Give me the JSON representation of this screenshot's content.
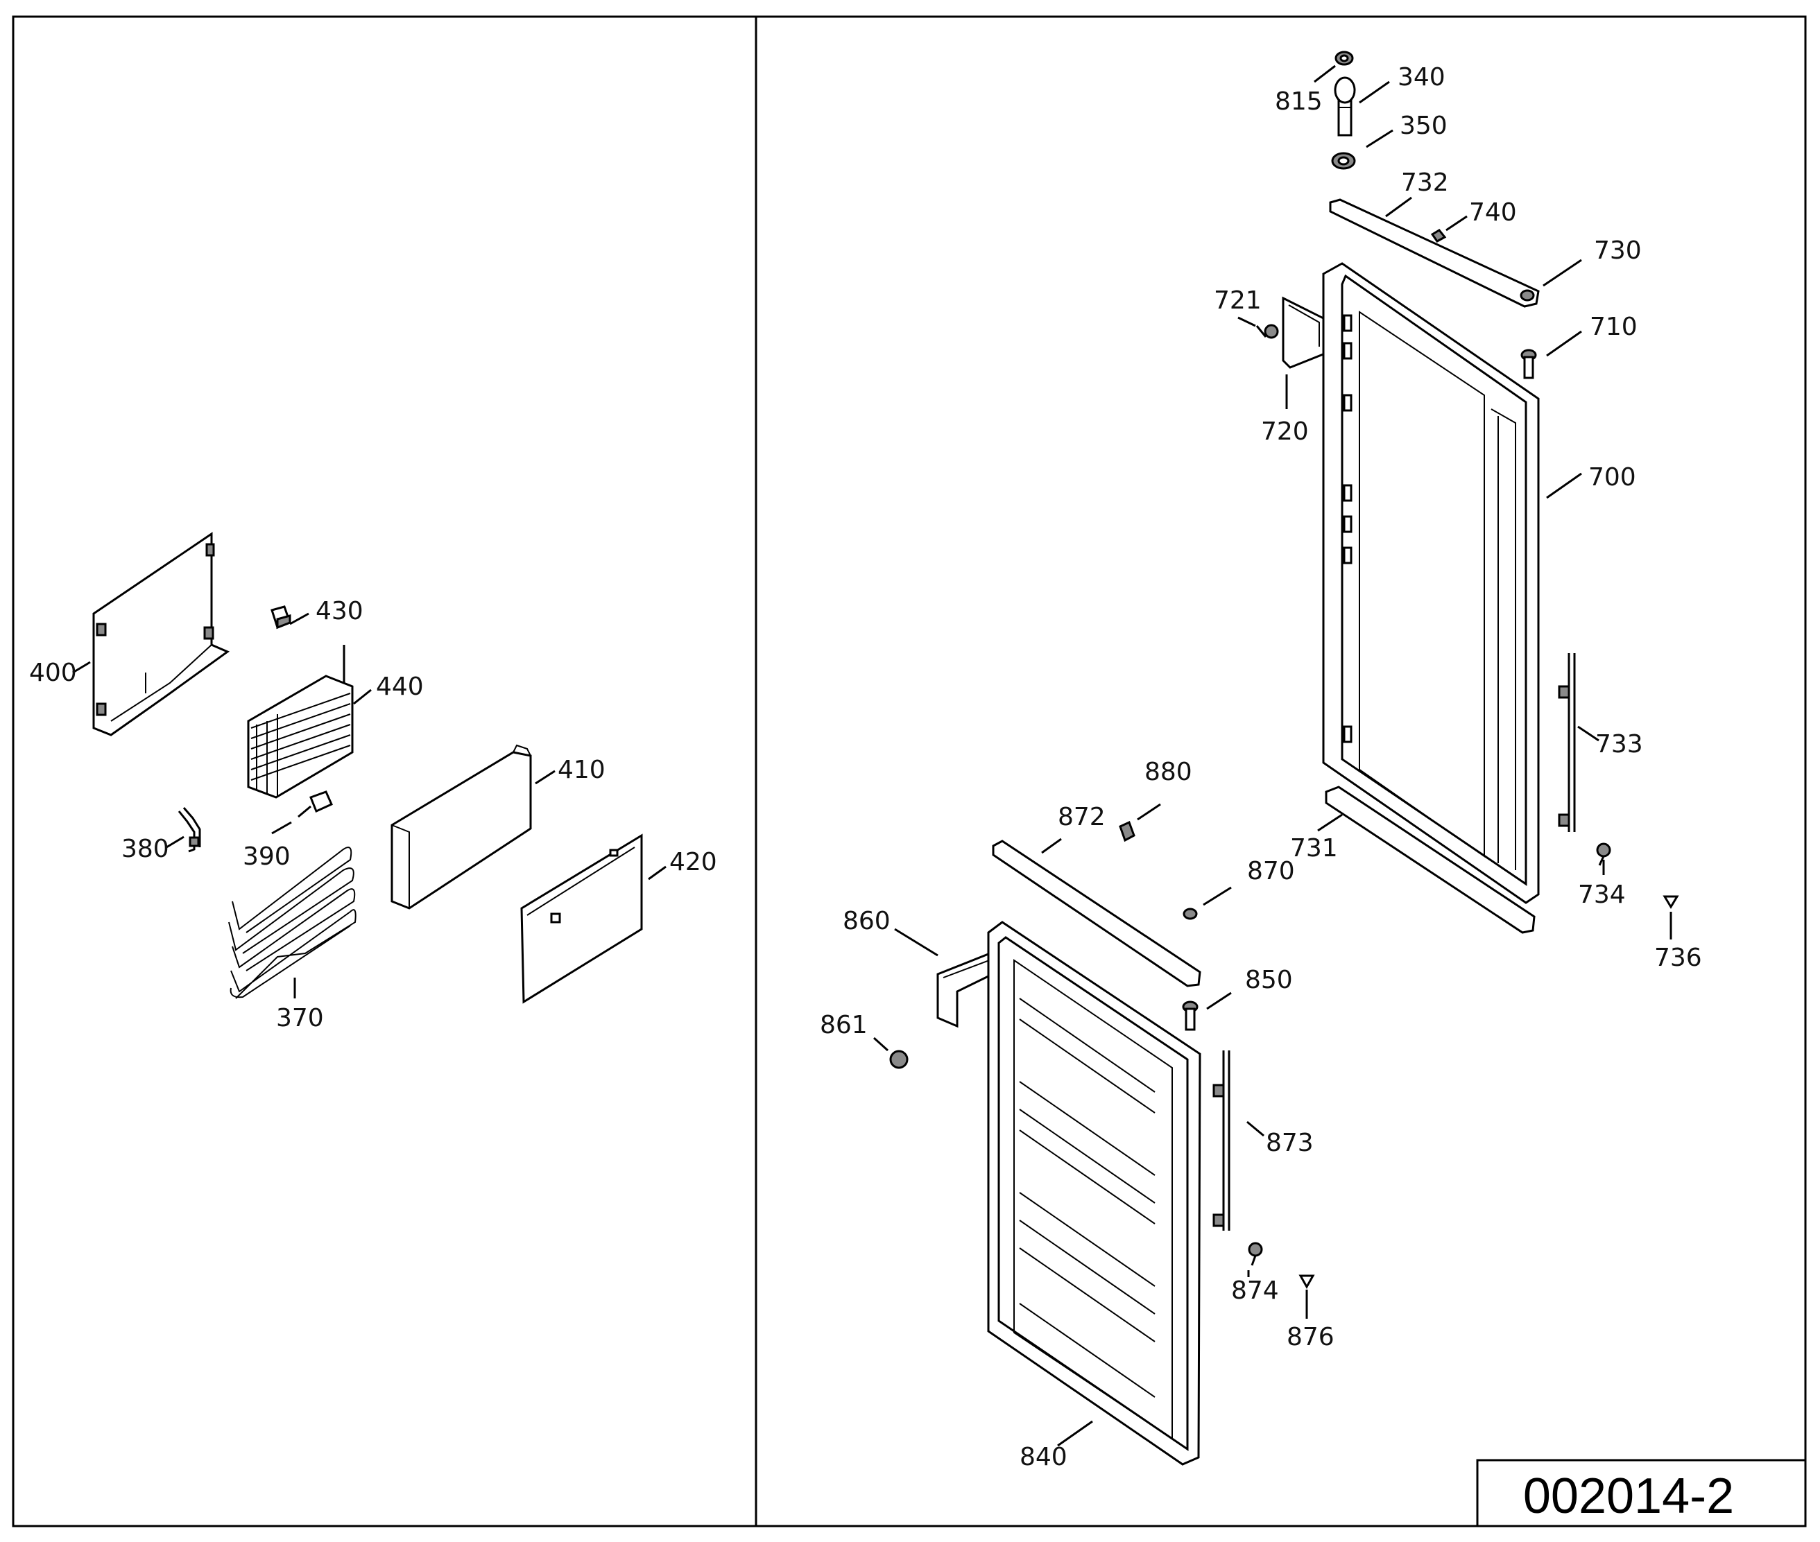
{
  "drawing": {
    "doc_number": "002014-2"
  },
  "left_panel": {
    "labels": [
      "400",
      "430",
      "440",
      "410",
      "420",
      "380",
      "390",
      "370"
    ]
  },
  "right_panel": {
    "labels": [
      "815",
      "340",
      "350",
      "732",
      "740",
      "730",
      "721",
      "710",
      "720",
      "700",
      "733",
      "880",
      "872",
      "731",
      "870",
      "734",
      "736",
      "860",
      "850",
      "861",
      "873",
      "874",
      "876",
      "840"
    ]
  }
}
